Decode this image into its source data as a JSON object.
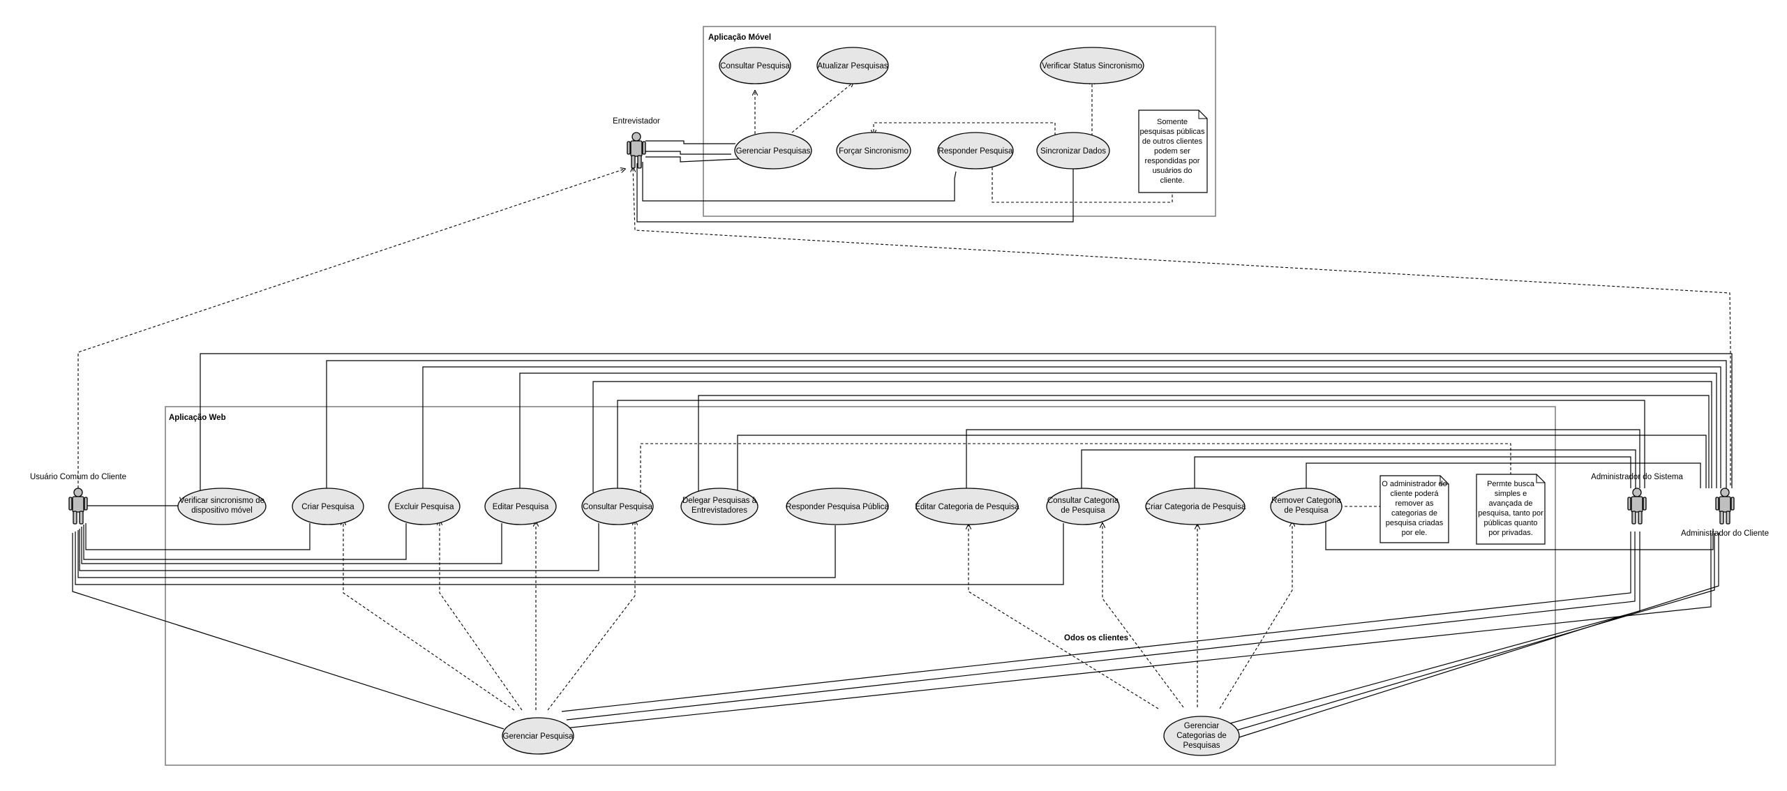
{
  "boundaries": {
    "mobile": {
      "title": "Aplicação Móvel"
    },
    "web": {
      "title": "Aplicação Web"
    }
  },
  "actors": {
    "entrevistador": "Entrevistador",
    "usuario_comum": "Usuário Comum do Cliente",
    "admin_sistema": "Administrador do Sistema",
    "admin_cliente": "Administrador do Cliente"
  },
  "mobile_use_cases": {
    "consultar": "Consultar Pesquisa",
    "atualizar": "Atualizar Pesquisas",
    "verificar_status": "Verificar Status Sincronismo",
    "gerenciar": "Gerenciar Pesquisas",
    "forcar": "Forçar Sincronismo",
    "responder": "Responder Pesquisa",
    "sincronizar": "Sincronizar Dados"
  },
  "web_use_cases": {
    "verificar_sinc": [
      "Verificar sincronismo de",
      "dispositivo móvel"
    ],
    "criar": "Criar Pesquisa",
    "excluir": "Excluir Pesquisa",
    "editar": "Editar Pesquisa",
    "consultar": "Consultar Pesquisa",
    "delegar": [
      "Delegar Pesquisas à",
      "Entrevistadores"
    ],
    "responder_publica": "Responder Pesquisa Pública",
    "editar_cat": "Editar Categoria de Pesquisa",
    "consultar_cat": [
      "Consultar Categoria",
      "de Pesquisa"
    ],
    "criar_cat": "Criar Categoria de Pesquisa",
    "remover_cat": [
      "Remover Categoria",
      "de Pesquisa"
    ],
    "gerenciar_pesquisa": "Gerenciar Pesquisa",
    "gerenciar_cat": [
      "Gerenciar",
      "Categorias de",
      "Pesquisas"
    ]
  },
  "notes": {
    "mobile_note": [
      "Somente",
      "pesquisas públicas",
      "de outros clientes",
      "podem ser",
      "respondidas por",
      "usuários do",
      "cliente."
    ],
    "admin_note": [
      "O administrador do",
      "cliente poderá",
      "remover as",
      "categorias de",
      "pesquisa criadas",
      "por ele."
    ],
    "busca_note": [
      "Permte busca",
      "simples e",
      "avançada de",
      "pesquisa, tanto por",
      "públicas quanto",
      "por privadas."
    ]
  },
  "labels": {
    "todos_clientes": "Odos os clientes"
  }
}
